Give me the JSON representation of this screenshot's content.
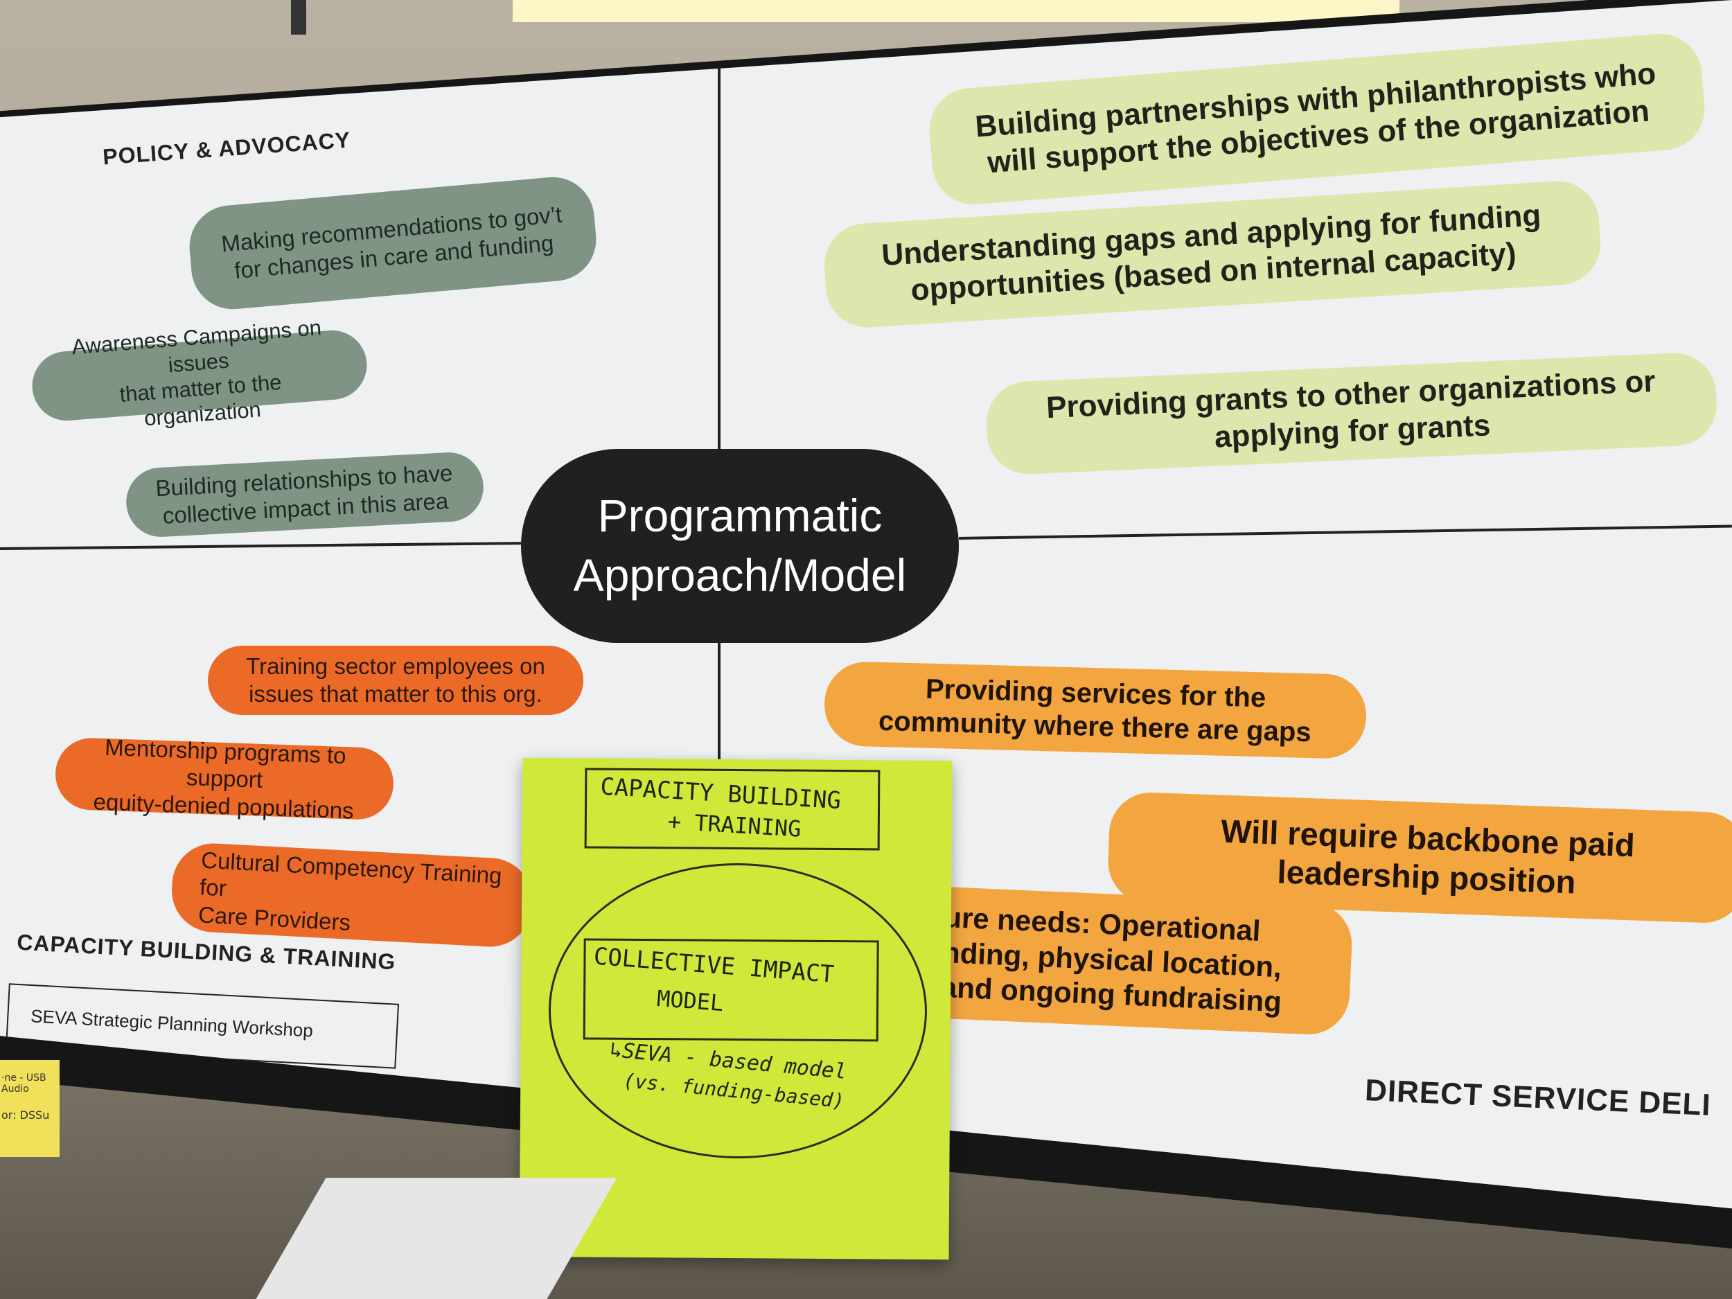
{
  "center": {
    "line1": "Programmatic",
    "line2": "Approach/Model"
  },
  "policy": {
    "header": "POLICY & ADVOCACY",
    "items": [
      {
        "l1": "Making recommendations to gov’t",
        "l2": "for changes in care and funding"
      },
      {
        "l1": "Awareness Campaigns on issues",
        "l2": "that matter to the organization"
      },
      {
        "l1": "Building relationships to have",
        "l2": "collective impact in this area"
      }
    ]
  },
  "philanthropy": {
    "items": [
      {
        "l1": "Building partnerships with philanthropists who",
        "l2": "will support the objectives of the organization"
      },
      {
        "l1": "Understanding gaps and applying for funding",
        "l2": "opportunities (based on internal capacity)"
      },
      {
        "l1": "Providing grants to other organizations or",
        "l2": "applying for grants"
      }
    ]
  },
  "capacity": {
    "header": "CAPACITY BUILDING & TRAINING",
    "items": [
      {
        "l1": "Training sector employees on",
        "l2": "issues that matter to this org."
      },
      {
        "l1": "Mentorship programs to support",
        "l2": "equity-denied populations"
      },
      {
        "l1": "Cultural Competency Training for",
        "l2": "Care Providers"
      }
    ]
  },
  "direct": {
    "header": "DIRECT SERVICE DELI",
    "items": [
      {
        "l1": "Providing services for the",
        "l2": "community where there are gaps"
      },
      {
        "l1": "Will require backbone paid",
        "l2": "leadership position"
      },
      {
        "l1": "ure needs: Operational",
        "l2": "nding, physical location,",
        "l3": "and ongoing fundraising"
      }
    ]
  },
  "footer": {
    "workshop": "SEVA Strategic Planning Workshop"
  },
  "sticky_note": {
    "box1_l1": "CAPACITY BUILDING",
    "box1_l2": "+ TRAINING",
    "box2_l1": "COLLECTIVE IMPACT",
    "box2_l2": "MODEL",
    "note_l1": "↳SEVA - based model",
    "note_l2": "(vs. funding-based)"
  },
  "side_sticky": {
    "l1": "·ne - USB Audio",
    "l2": "or: DSSu"
  },
  "colors": {
    "policy_pill": "#7f9485",
    "philanthropy_pill": "#dfe6ad",
    "capacity_pill": "#ec6a28",
    "direct_pill": "#f3a640",
    "center_pill": "#1f2022",
    "sticky_note": "#cfe83a"
  }
}
